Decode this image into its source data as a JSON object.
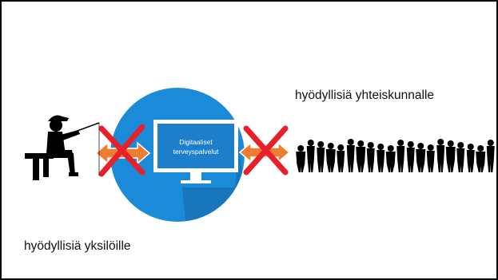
{
  "labels": {
    "society": "hyödyllisiä yhteiskunnalle",
    "individual": "hyödyllisiä yksilöille"
  },
  "monitor": {
    "line1": "Digitaaliset",
    "line2": "terveyspalvelut"
  },
  "colors": {
    "circle": "#1b8ad8",
    "circle_shadow": "#1566a8",
    "arrow": "#ed7d31",
    "cross": "#e8202a",
    "silhouette": "#000000",
    "text": "#ffffff"
  },
  "icons": {
    "left": "fisherman-icon",
    "right": "crowd-icon",
    "center": "monitor-icon",
    "block": "cross-icon",
    "link": "double-arrow-icon"
  }
}
